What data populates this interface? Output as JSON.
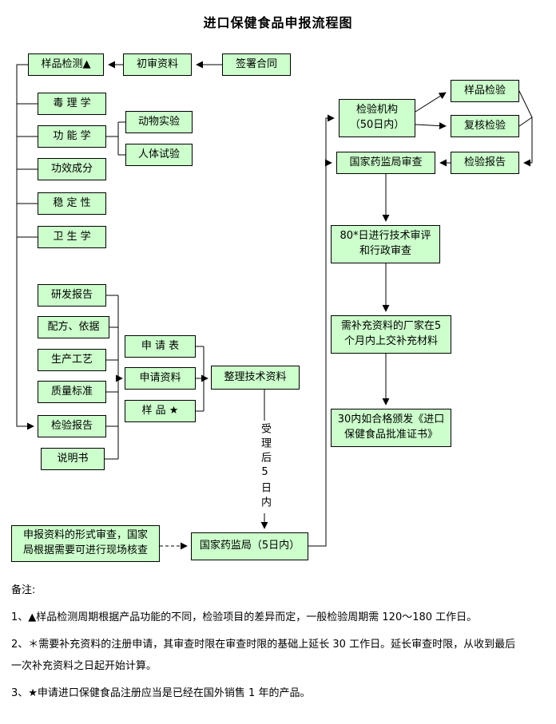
{
  "title": "进口保健食品申报流程图",
  "nodes": {
    "sample_test": "样品检测▲",
    "preliminary_review": "初审资料",
    "sign_contract": "签署合同",
    "toxicology": "毒 理 学",
    "functionality": "功 能 学",
    "animal_experiment": "动物实验",
    "human_trial": "人体试验",
    "efficacy_ingredients": "功效成分",
    "stability": "稳 定 性",
    "hygiene": "卫 生 学",
    "rd_report": "研发报告",
    "formula_basis": "配方、依据",
    "production_process": "生产工艺",
    "quality_standard": "质量标准",
    "inspection_report_left": "检验报告",
    "manual": "说明书",
    "application_form": "申 请 表",
    "application_materials": "申请资料",
    "sample_star": "样 品 ★",
    "organize_materials": "整理技术资料",
    "acceptance_note": "受理后5日内",
    "cfda_5days": "国家药监局（5日内）",
    "formal_review": "申报资料的形式审查，国家\n局根据需要可进行现场核查",
    "inspection_agency": "检验机构\n（50日内）",
    "cfda_review": "国家药监局审查",
    "sample_inspection": "样品检验",
    "recheck_inspection": "复核检验",
    "inspection_report_right": "检验报告",
    "tech_review": "80*日进行技术审评\n和行政审查",
    "supplement_materials": "需补充资料的厂家在5\n个月内上交补充材料",
    "certificate": "30内如合格颁发《进口\n保健食品批准证书》"
  },
  "notes": {
    "label": "备注:",
    "items": [
      "1、▲样品检测周期根据产品功能的不同，检验项目的差异而定，一般检验周期需 120～180 工作日。",
      "2、＊需要补充资料的注册申请，其审查时限在审查时限的基础上延长 30 工作日。延长审查时限，从收到最后一次补充资料之日起开始计算。",
      "3、★申请进口保健食品注册应当是已经在国外销售 1 年的产品。"
    ]
  },
  "colors": {
    "node_fill": "#ccffcc",
    "node_border": "#000000",
    "line": "#000000"
  }
}
